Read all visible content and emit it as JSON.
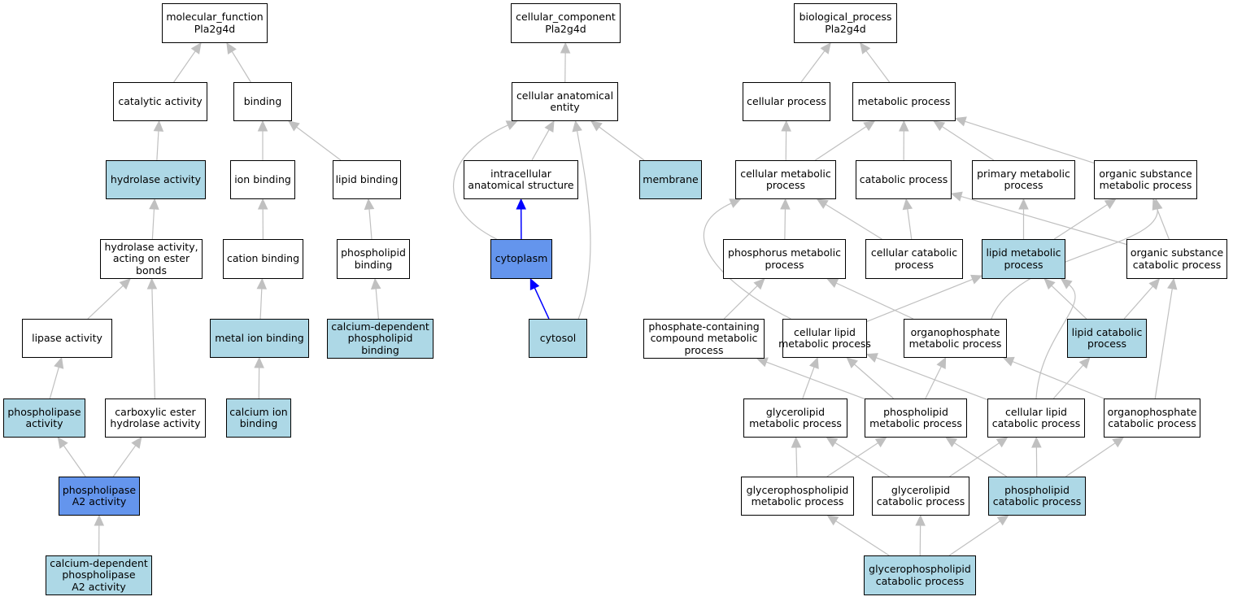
{
  "colors": {
    "node_default": "#ffffff",
    "node_highlight": "#add8e6",
    "node_query": "#6495ed",
    "edge_default": "#c0c0c0",
    "edge_query": "#0000ff"
  },
  "nodes": [
    {
      "id": "mf",
      "lines": [
        "molecular_function",
        "Pla2g4d"
      ],
      "style": "default"
    },
    {
      "id": "cat",
      "lines": [
        "catalytic activity"
      ],
      "style": "default"
    },
    {
      "id": "bind",
      "lines": [
        "binding"
      ],
      "style": "default"
    },
    {
      "id": "hydro",
      "lines": [
        "hydrolase activity"
      ],
      "style": "light"
    },
    {
      "id": "ionb",
      "lines": [
        "ion binding"
      ],
      "style": "default"
    },
    {
      "id": "lipb",
      "lines": [
        "lipid binding"
      ],
      "style": "default"
    },
    {
      "id": "hydroest",
      "lines": [
        "hydrolase activity,",
        "acting on ester",
        "bonds"
      ],
      "style": "default"
    },
    {
      "id": "catb",
      "lines": [
        "cation binding"
      ],
      "style": "default"
    },
    {
      "id": "phlb",
      "lines": [
        "phospholipid",
        "binding"
      ],
      "style": "default"
    },
    {
      "id": "lipase",
      "lines": [
        "lipase activity"
      ],
      "style": "default"
    },
    {
      "id": "metalb",
      "lines": [
        "metal ion binding"
      ],
      "style": "light"
    },
    {
      "id": "cadphlb",
      "lines": [
        "calcium-dependent",
        "phospholipid",
        "binding"
      ],
      "style": "light"
    },
    {
      "id": "phlase",
      "lines": [
        "phospholipase",
        "activity"
      ],
      "style": "light"
    },
    {
      "id": "carbox",
      "lines": [
        "carboxylic ester",
        "hydrolase activity"
      ],
      "style": "default"
    },
    {
      "id": "cab",
      "lines": [
        "calcium ion",
        "binding"
      ],
      "style": "light"
    },
    {
      "id": "pla2",
      "lines": [
        "phospholipase",
        "A2 activity"
      ],
      "style": "query"
    },
    {
      "id": "capla2",
      "lines": [
        "calcium-dependent",
        "phospholipase",
        "A2 activity"
      ],
      "style": "light"
    },
    {
      "id": "cc",
      "lines": [
        "cellular_component",
        "Pla2g4d"
      ],
      "style": "default"
    },
    {
      "id": "cae",
      "lines": [
        "cellular anatomical",
        "entity"
      ],
      "style": "default"
    },
    {
      "id": "ias",
      "lines": [
        "intracellular",
        "anatomical structure"
      ],
      "style": "default"
    },
    {
      "id": "mem",
      "lines": [
        "membrane"
      ],
      "style": "light"
    },
    {
      "id": "cyto",
      "lines": [
        "cytoplasm"
      ],
      "style": "query"
    },
    {
      "id": "cytosol",
      "lines": [
        "cytosol"
      ],
      "style": "light"
    },
    {
      "id": "bp",
      "lines": [
        "biological_process",
        "Pla2g4d"
      ],
      "style": "default"
    },
    {
      "id": "cp",
      "lines": [
        "cellular process"
      ],
      "style": "default"
    },
    {
      "id": "mp",
      "lines": [
        "metabolic process"
      ],
      "style": "default"
    },
    {
      "id": "cmp",
      "lines": [
        "cellular metabolic",
        "process"
      ],
      "style": "default"
    },
    {
      "id": "catp",
      "lines": [
        "catabolic process"
      ],
      "style": "default"
    },
    {
      "id": "pmp",
      "lines": [
        "primary metabolic",
        "process"
      ],
      "style": "default"
    },
    {
      "id": "osmp",
      "lines": [
        "organic substance",
        "metabolic process"
      ],
      "style": "default"
    },
    {
      "id": "phmp",
      "lines": [
        "phosphorus metabolic",
        "process"
      ],
      "style": "default"
    },
    {
      "id": "ccp",
      "lines": [
        "cellular catabolic",
        "process"
      ],
      "style": "default"
    },
    {
      "id": "lmp",
      "lines": [
        "lipid metabolic",
        "process"
      ],
      "style": "light"
    },
    {
      "id": "oscp",
      "lines": [
        "organic substance",
        "catabolic process"
      ],
      "style": "default"
    },
    {
      "id": "pccmp",
      "lines": [
        "phosphate-containing",
        "compound metabolic",
        "process"
      ],
      "style": "default"
    },
    {
      "id": "clmp",
      "lines": [
        "cellular lipid",
        "metabolic process"
      ],
      "style": "default"
    },
    {
      "id": "opmp",
      "lines": [
        "organophosphate",
        "metabolic process"
      ],
      "style": "default"
    },
    {
      "id": "lcp",
      "lines": [
        "lipid catabolic",
        "process"
      ],
      "style": "light"
    },
    {
      "id": "glmp",
      "lines": [
        "glycerolipid",
        "metabolic process"
      ],
      "style": "default"
    },
    {
      "id": "phlmp",
      "lines": [
        "phospholipid",
        "metabolic process"
      ],
      "style": "default"
    },
    {
      "id": "clcp",
      "lines": [
        "cellular lipid",
        "catabolic process"
      ],
      "style": "default"
    },
    {
      "id": "opcp",
      "lines": [
        "organophosphate",
        "catabolic process"
      ],
      "style": "default"
    },
    {
      "id": "gplmp",
      "lines": [
        "glycerophospholipid",
        "metabolic process"
      ],
      "style": "default"
    },
    {
      "id": "glcp",
      "lines": [
        "glycerolipid",
        "catabolic process"
      ],
      "style": "default"
    },
    {
      "id": "phlcp",
      "lines": [
        "phospholipid",
        "catabolic process"
      ],
      "style": "light"
    },
    {
      "id": "gplcp",
      "lines": [
        "glycerophospholipid",
        "catabolic process"
      ],
      "style": "light"
    }
  ],
  "edges": [
    {
      "from": "cat",
      "to": "mf"
    },
    {
      "from": "bind",
      "to": "mf"
    },
    {
      "from": "hydro",
      "to": "cat"
    },
    {
      "from": "ionb",
      "to": "bind"
    },
    {
      "from": "lipb",
      "to": "bind"
    },
    {
      "from": "hydroest",
      "to": "hydro"
    },
    {
      "from": "catb",
      "to": "ionb"
    },
    {
      "from": "phlb",
      "to": "lipb"
    },
    {
      "from": "lipase",
      "to": "hydroest"
    },
    {
      "from": "metalb",
      "to": "catb"
    },
    {
      "from": "cadphlb",
      "to": "phlb"
    },
    {
      "from": "phlase",
      "to": "lipase"
    },
    {
      "from": "carbox",
      "to": "hydroest"
    },
    {
      "from": "cab",
      "to": "metalb"
    },
    {
      "from": "pla2",
      "to": "phlase"
    },
    {
      "from": "pla2",
      "to": "carbox"
    },
    {
      "from": "capla2",
      "to": "pla2"
    },
    {
      "from": "cae",
      "to": "cc"
    },
    {
      "from": "ias",
      "to": "cae"
    },
    {
      "from": "mem",
      "to": "cae"
    },
    {
      "from": "cyto",
      "to": "ias",
      "query": true
    },
    {
      "from": "cytosol",
      "to": "cyto",
      "query": true
    },
    {
      "from": "cyto",
      "to": "cae",
      "curve": "left"
    },
    {
      "from": "cytosol",
      "to": "cae",
      "curve": "right"
    },
    {
      "from": "cp",
      "to": "bp"
    },
    {
      "from": "mp",
      "to": "bp"
    },
    {
      "from": "cmp",
      "to": "cp"
    },
    {
      "from": "cmp",
      "to": "mp"
    },
    {
      "from": "catp",
      "to": "mp"
    },
    {
      "from": "pmp",
      "to": "mp"
    },
    {
      "from": "osmp",
      "to": "mp"
    },
    {
      "from": "phmp",
      "to": "cmp"
    },
    {
      "from": "ccp",
      "to": "cmp"
    },
    {
      "from": "ccp",
      "to": "catp"
    },
    {
      "from": "lmp",
      "to": "pmp"
    },
    {
      "from": "lmp",
      "to": "osmp"
    },
    {
      "from": "oscp",
      "to": "catp"
    },
    {
      "from": "oscp",
      "to": "osmp"
    },
    {
      "from": "pccmp",
      "to": "phmp"
    },
    {
      "from": "clmp",
      "to": "cmp",
      "curve": "left"
    },
    {
      "from": "clmp",
      "to": "lmp"
    },
    {
      "from": "opmp",
      "to": "phmp"
    },
    {
      "from": "opmp",
      "to": "osmp",
      "curve": "right"
    },
    {
      "from": "lcp",
      "to": "lmp"
    },
    {
      "from": "lcp",
      "to": "oscp"
    },
    {
      "from": "glmp",
      "to": "clmp"
    },
    {
      "from": "phlmp",
      "to": "pccmp"
    },
    {
      "from": "phlmp",
      "to": "clmp"
    },
    {
      "from": "phlmp",
      "to": "opmp"
    },
    {
      "from": "clcp",
      "to": "clmp"
    },
    {
      "from": "clcp",
      "to": "lmp",
      "curve": "up"
    },
    {
      "from": "clcp",
      "to": "lcp"
    },
    {
      "from": "opcp",
      "to": "opmp"
    },
    {
      "from": "opcp",
      "to": "oscp"
    },
    {
      "from": "gplmp",
      "to": "glmp"
    },
    {
      "from": "gplmp",
      "to": "phlmp"
    },
    {
      "from": "glcp",
      "to": "glmp"
    },
    {
      "from": "glcp",
      "to": "clcp"
    },
    {
      "from": "phlcp",
      "to": "phlmp"
    },
    {
      "from": "phlcp",
      "to": "clcp"
    },
    {
      "from": "phlcp",
      "to": "opcp"
    },
    {
      "from": "gplcp",
      "to": "gplmp"
    },
    {
      "from": "gplcp",
      "to": "glcp"
    },
    {
      "from": "gplcp",
      "to": "phlcp"
    }
  ]
}
